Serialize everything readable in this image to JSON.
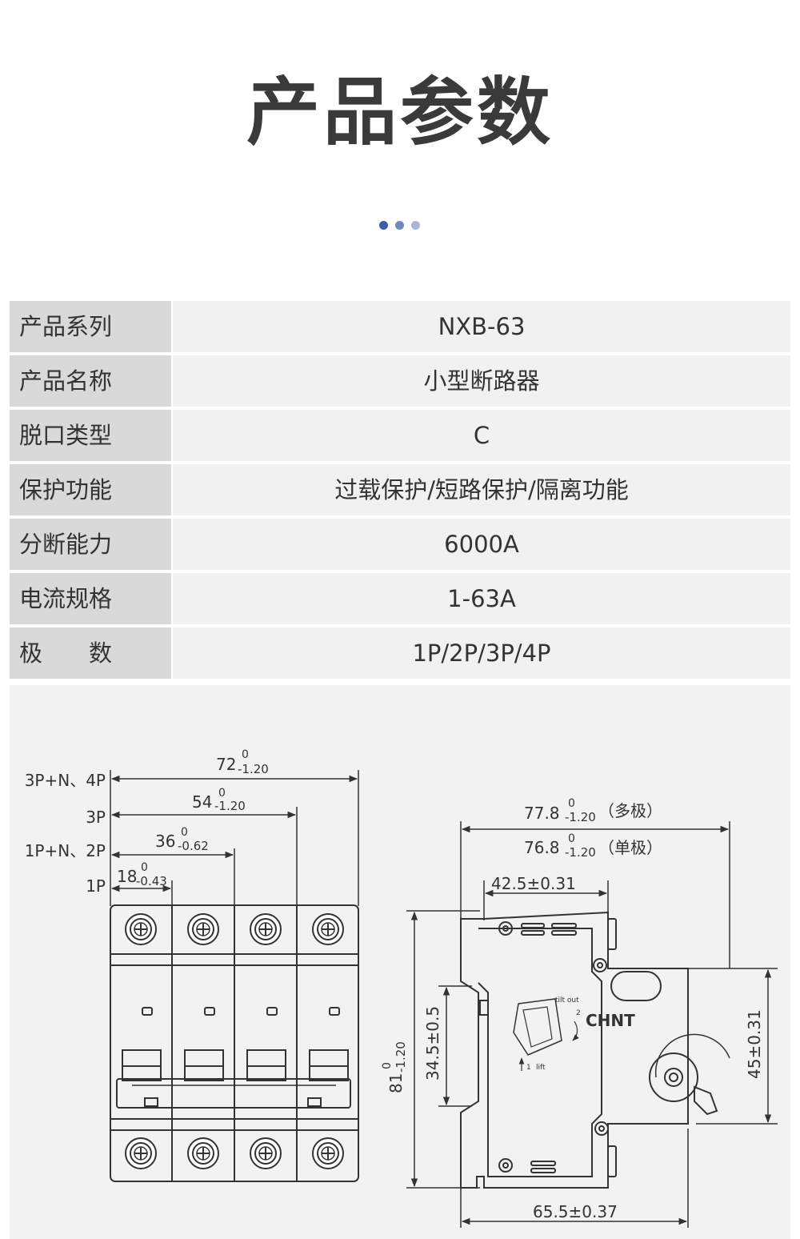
{
  "title": "产品参数",
  "dots_colors": [
    "#3b5fa8",
    "#6f87bd",
    "#a9b7d6"
  ],
  "specs": [
    {
      "label": "产品系列",
      "value": "NXB-63"
    },
    {
      "label": "产品名称",
      "value": "小型断路器"
    },
    {
      "label": "脱口类型",
      "value": "C"
    },
    {
      "label": "保护功能",
      "value": "过载保护/短路保护/隔离功能"
    },
    {
      "label": "分断能力",
      "value": "6000A"
    },
    {
      "label": "电流规格",
      "value": "1-63A"
    },
    {
      "label": "极　　数",
      "value": "1P/2P/3P/4P"
    }
  ],
  "drawing": {
    "pole_labels": {
      "p4": "3P+N、4P",
      "p3": "3P",
      "p2": "1P+N、2P",
      "p1": "1P"
    },
    "front_dims": {
      "d72": "72",
      "d72_tol_up": "0",
      "d72_tol_low": "-1.20",
      "d54": "54",
      "d54_tol_up": "0",
      "d54_tol_low": "-1.20",
      "d36": "36",
      "d36_tol_up": "0",
      "d36_tol_low": "-0.62",
      "d18": "18",
      "d18_tol_up": "0",
      "d18_tol_low": "-0.43"
    },
    "side_dims": {
      "d778": "77.8",
      "d778_up": "0",
      "d778_low": "-1.20",
      "d778_note": "（多极）",
      "d768": "76.8",
      "d768_up": "0",
      "d768_low": "-1.20",
      "d768_note": "（单极）",
      "d425": "42.5±0.31",
      "d81": "81",
      "d81_up": "0",
      "d81_low": "-1.20",
      "d345": "34.5±0.5",
      "d45": "45±0.31",
      "d655": "65.5±0.37"
    },
    "side_labels": {
      "brand": "CHNT",
      "tilt": "tilt out",
      "lift": "lift",
      "n1": "1",
      "n2": "2"
    }
  }
}
